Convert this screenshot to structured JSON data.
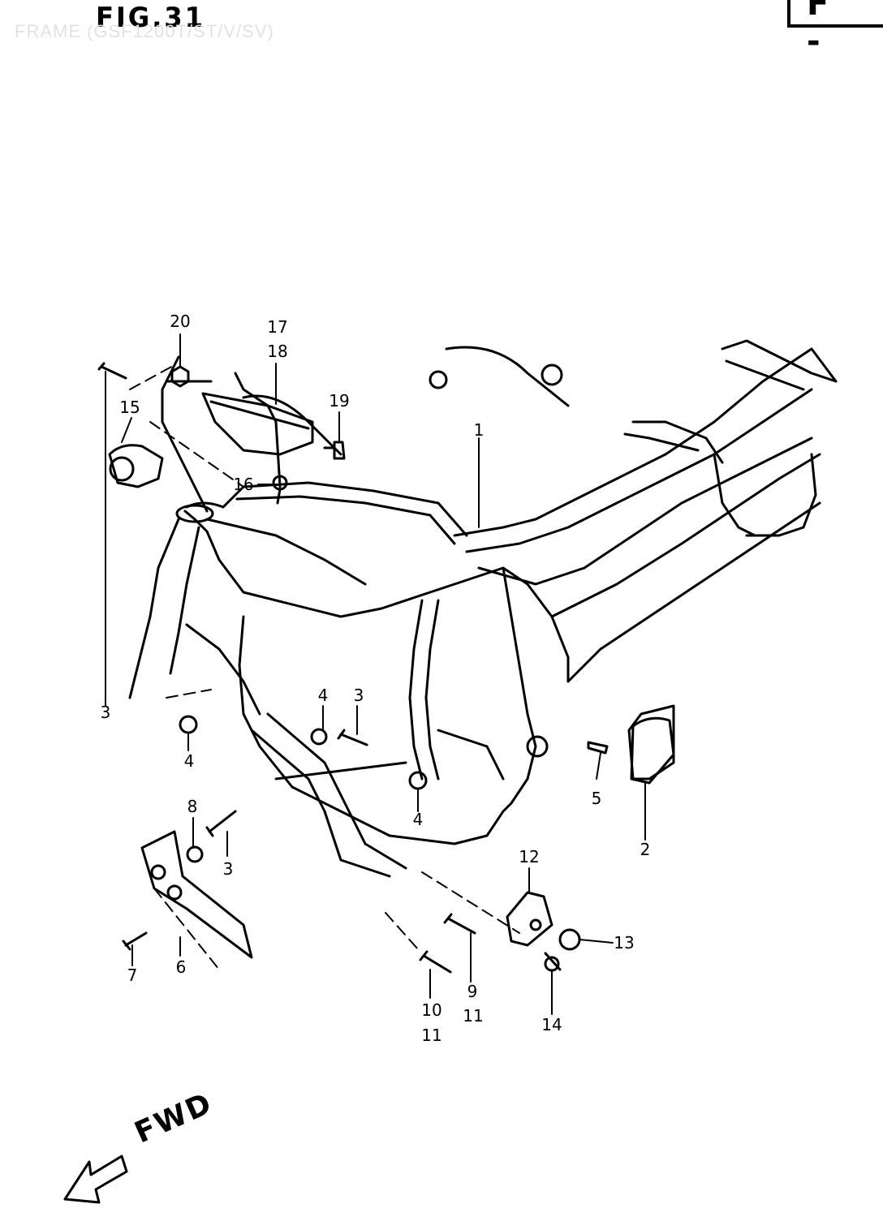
{
  "figure": {
    "title": "FIG.31",
    "subtitle": "FRAME (GSF1200T/ST/V/SV)",
    "code": "F -"
  },
  "direction": {
    "label": "FWD"
  },
  "callouts": [
    {
      "id": "c20",
      "text": "20"
    },
    {
      "id": "c17",
      "text": "17"
    },
    {
      "id": "c18",
      "text": "18"
    },
    {
      "id": "c19",
      "text": "19"
    },
    {
      "id": "c15",
      "text": "15"
    },
    {
      "id": "c16",
      "text": "16"
    },
    {
      "id": "c1",
      "text": "1"
    },
    {
      "id": "c3a",
      "text": "3"
    },
    {
      "id": "c4a",
      "text": "4"
    },
    {
      "id": "c4b",
      "text": "4"
    },
    {
      "id": "c3b",
      "text": "3"
    },
    {
      "id": "c4c",
      "text": "4"
    },
    {
      "id": "c5",
      "text": "5"
    },
    {
      "id": "c2",
      "text": "2"
    },
    {
      "id": "c8",
      "text": "8"
    },
    {
      "id": "c3c",
      "text": "3"
    },
    {
      "id": "c12",
      "text": "12"
    },
    {
      "id": "c13",
      "text": "13"
    },
    {
      "id": "c7",
      "text": "7"
    },
    {
      "id": "c6",
      "text": "6"
    },
    {
      "id": "c10",
      "text": "10"
    },
    {
      "id": "c11a",
      "text": "11"
    },
    {
      "id": "c9",
      "text": "9"
    },
    {
      "id": "c11b",
      "text": "11"
    },
    {
      "id": "c14",
      "text": "14"
    }
  ]
}
